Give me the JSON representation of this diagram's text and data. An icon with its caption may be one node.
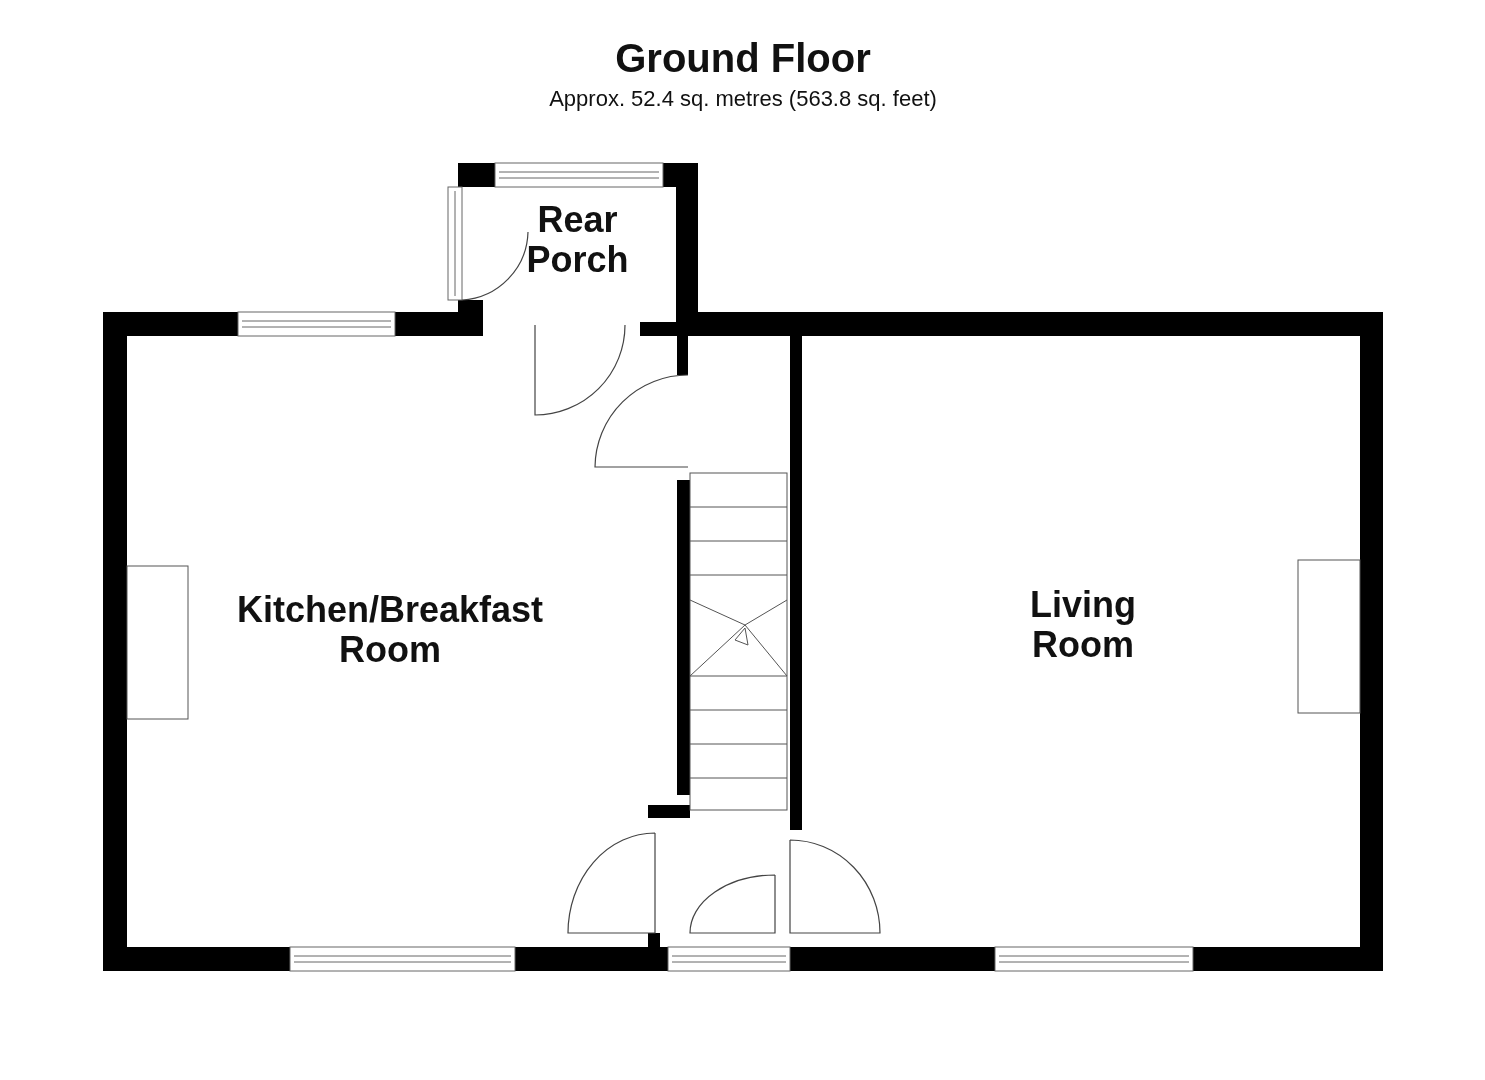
{
  "diagram": {
    "title": "Ground Floor",
    "nodes": [
      {
        "text": [
          "Rear Porch"
        ]
      },
      {
        "text": [
          "Kitchen/Breakfast Room"
        ]
      },
      {
        "text": [
          "Living Room"
        ]
      }
    ],
    "edges": [],
    "labels": [
      "Approx. 52.4 sq. metres (563.8 sq. feet)"
    ]
  }
}
